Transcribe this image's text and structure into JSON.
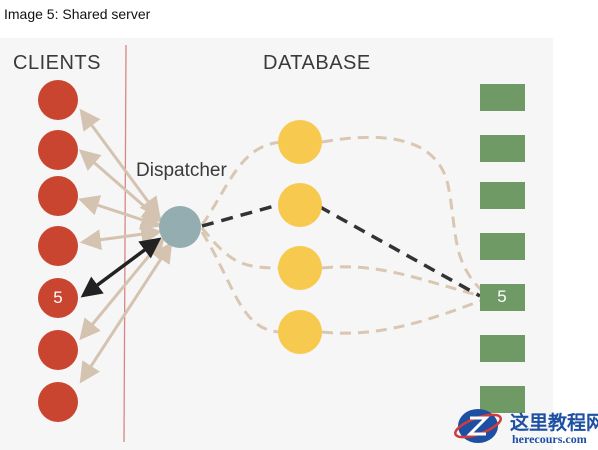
{
  "caption": "Image 5: Shared server",
  "headers": {
    "clients": "CLIENTS",
    "database": "DATABASE"
  },
  "dispatcher_label": "Dispatcher",
  "client_badge": "5",
  "data_block_badge": "5",
  "colors": {
    "client": "#c9452f",
    "dispatcher": "#93adb0",
    "server_process": "#f8c94f",
    "data_block": "#6f9a66",
    "arrow": "#d4c3b1",
    "active_arrow": "#222222",
    "divider": "#d98585"
  },
  "watermark": {
    "title": "这里教程网",
    "url": "herecours.com"
  }
}
